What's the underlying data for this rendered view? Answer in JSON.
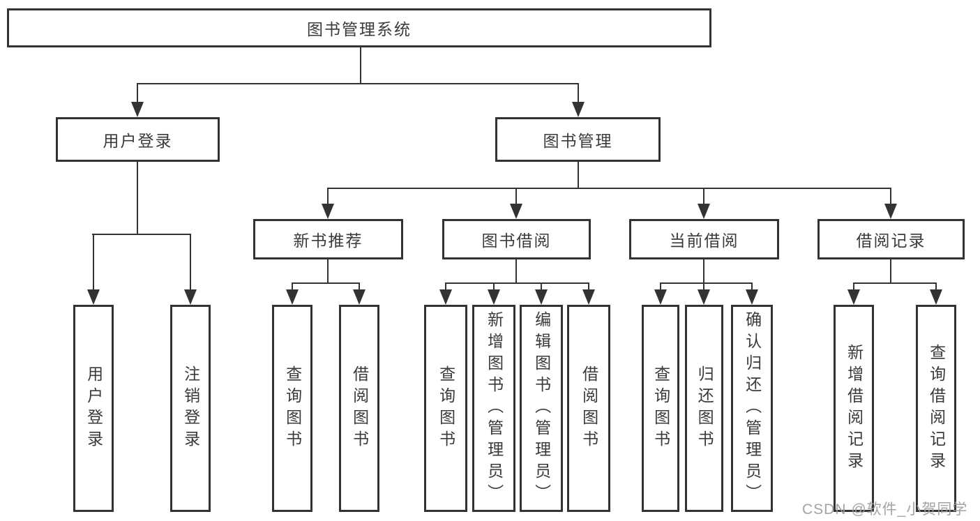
{
  "diagram": {
    "root_label": "图书管理系统",
    "branches": [
      {
        "label": "用户登录",
        "leaves": [
          "用户登录",
          "注销登录"
        ]
      },
      {
        "label": "图书管理",
        "groups": [
          {
            "label": "新书推荐",
            "leaves": [
              "查询图书",
              "借阅图书"
            ]
          },
          {
            "label": "图书借阅",
            "leaves": [
              "查询图书",
              "新增图书（管理员）",
              "编辑图书（管理员）",
              "借阅图书"
            ]
          },
          {
            "label": "当前借阅",
            "leaves": [
              "查询图书",
              "归还图书",
              "确认归还（管理员）"
            ]
          },
          {
            "label": "借阅记录",
            "leaves": [
              "新增借阅记录",
              "查询借阅记录"
            ]
          }
        ]
      }
    ],
    "line_color": "#333333"
  },
  "watermark": "CSDN @软件_小贺同学"
}
